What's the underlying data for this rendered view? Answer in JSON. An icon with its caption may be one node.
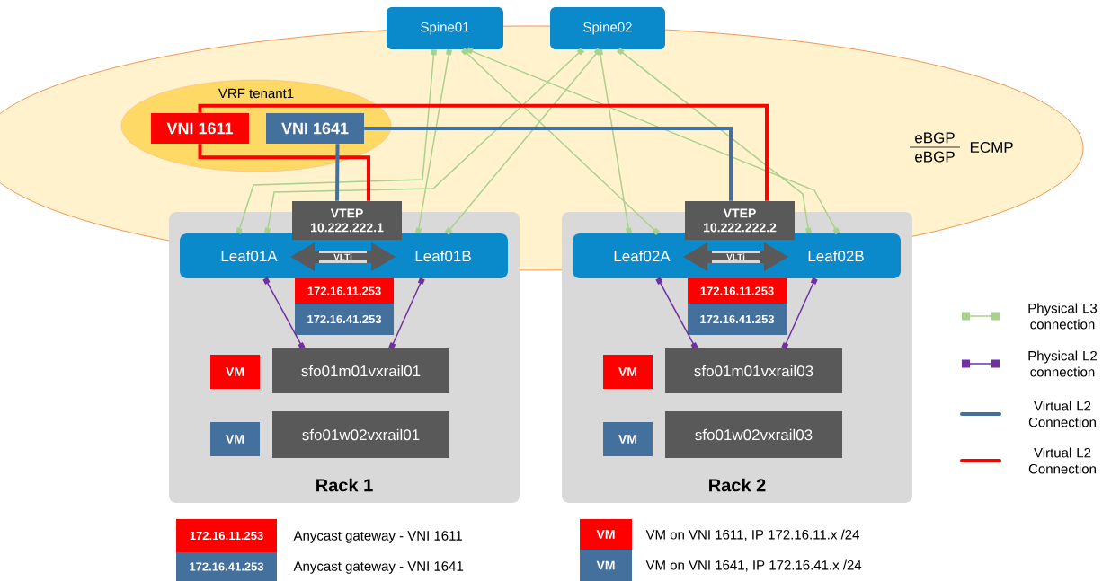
{
  "diagram": {
    "nodes": [
      {
        "text": [
          "eBGP",
          "eBGP",
          "ECMP"
        ]
      },
      {
        "text": [
          "Spine01"
        ]
      },
      {
        "text": [
          "Spine02"
        ]
      },
      {
        "text": [
          "VRF tenant1"
        ],
        "in": 0
      },
      {
        "text": [
          "VNI 1611"
        ],
        "in": 3
      },
      {
        "text": [
          "VNI 1641"
        ],
        "in": 3
      },
      {
        "text": [
          "Rack 1"
        ]
      },
      {
        "text": [
          "Leaf01A",
          "Leaf01B"
        ],
        "in": 6
      },
      {
        "text": [
          "VTEP 10.222.222.1"
        ],
        "in": 6
      },
      {
        "text": [
          "172.16.11.253"
        ],
        "in": 6
      },
      {
        "text": [
          "172.16.41.253"
        ],
        "in": 6
      },
      {
        "text": [
          "VM"
        ],
        "in": 6
      },
      {
        "text": [
          "sfo01m01vxrail01"
        ],
        "in": 6
      },
      {
        "text": [
          "VM"
        ],
        "in": 6
      },
      {
        "text": [
          "sfo01w02vxrail01"
        ],
        "in": 6
      },
      {
        "text": [
          "Rack 2"
        ]
      },
      {
        "text": [
          "Leaf02A",
          "Leaf02B"
        ],
        "in": 15
      },
      {
        "text": [
          "VTEP 10.222.222.2"
        ],
        "in": 15
      },
      {
        "text": [
          "172.16.11.253"
        ],
        "in": 15
      },
      {
        "text": [
          "172.16.41.253"
        ],
        "in": 15
      },
      {
        "text": [
          "VM"
        ],
        "in": 15
      },
      {
        "text": [
          "sfo01m01vxrail03"
        ],
        "in": 15
      },
      {
        "text": [
          "VM"
        ],
        "in": 15
      },
      {
        "text": [
          "sfo01w02vxrail03"
        ],
        "in": 15
      }
    ],
    "edges": [
      {
        "from": 1,
        "to": 7,
        "arrow": "other"
      },
      {
        "from": 1,
        "to": 7,
        "arrow": "other"
      },
      {
        "from": 1,
        "to": 16,
        "arrow": "other"
      },
      {
        "from": 1,
        "to": 16,
        "arrow": "other"
      },
      {
        "from": 2,
        "to": 7,
        "arrow": "other"
      },
      {
        "from": 2,
        "to": 7,
        "arrow": "other"
      },
      {
        "from": 2,
        "to": 16,
        "arrow": "other"
      },
      {
        "from": 2,
        "to": 16,
        "arrow": "other"
      },
      {
        "from": 7,
        "to": 12,
        "arrow": "other",
        "color": "#7030a0"
      },
      {
        "from": 7,
        "to": 12,
        "arrow": "other",
        "color": "#7030a0"
      },
      {
        "from": 16,
        "to": 21,
        "arrow": "other",
        "color": "#7030a0"
      },
      {
        "from": 16,
        "to": 21,
        "arrow": "other",
        "color": "#7030a0"
      },
      {
        "from": 4,
        "to": 8,
        "arrow": "none",
        "style": "thick",
        "color": "#ff0000"
      },
      {
        "from": 4,
        "to": 17,
        "arrow": "none",
        "style": "thick",
        "color": "#ff0000"
      },
      {
        "from": 5,
        "to": 8,
        "arrow": "none",
        "style": "thick",
        "color": "#44709d"
      },
      {
        "from": 5,
        "to": 17,
        "arrow": "none",
        "style": "thick",
        "color": "#44709d"
      }
    ],
    "labels": [
      "VLTi",
      "VLTi",
      "172.16.11.253",
      "172.16.41.253",
      "VM",
      "VM"
    ],
    "legend": [
      {
        "text": "Anycast gateway - VNI 1611",
        "color": "#ff0000"
      },
      {
        "text": "Anycast gateway - VNI 1641",
        "color": "#44709d"
      },
      {
        "text": "VM on VNI 1611, IP 172.16.11.x /24",
        "color": "#ff0000"
      },
      {
        "text": "VM on VNI 1641, IP 172.16.41.x /24",
        "color": "#44709d"
      },
      {
        "text": "Physical L3 connection"
      },
      {
        "text": "Physical L2 connection"
      },
      {
        "text": "Virtual L2 Connection"
      },
      {
        "text": "Virtual L2 Connection"
      }
    ]
  }
}
